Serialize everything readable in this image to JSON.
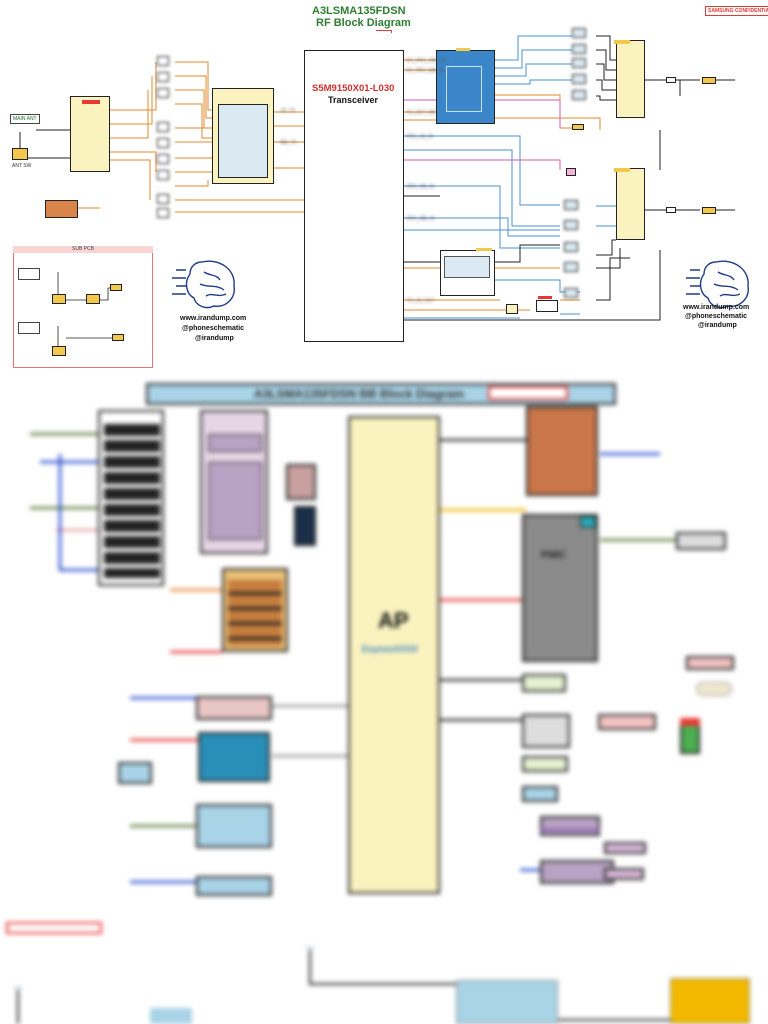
{
  "rf": {
    "title_line1": "A3LSMA135FDSN",
    "title_line2": "RF Block Diagram",
    "confidential": "SAMSUNG CONFIDENTIAL",
    "transceiver_part": "S5M9150X01-L030",
    "transceiver_label": "Transceiver",
    "sub_pcb": "SUB PCB",
    "watermark_url": "www.irandump.com",
    "watermark_handle1": "@phoneschematic",
    "watermark_handle2": "@irandump"
  },
  "bb": {
    "title": "A3LSMA135FDSN BB Block Diagram",
    "ap_label": "AP",
    "ap_sub": "ExynosXXXX",
    "pmic_label": "PMIC"
  },
  "colors": {
    "title_green": "#2e7d32",
    "transceiver_red": "#d32f2f",
    "pmic_orange": "#c8764a",
    "ap_yellow": "#faf3c0",
    "header_blue": "#a9d3e6",
    "accent_red": "#e53935"
  }
}
